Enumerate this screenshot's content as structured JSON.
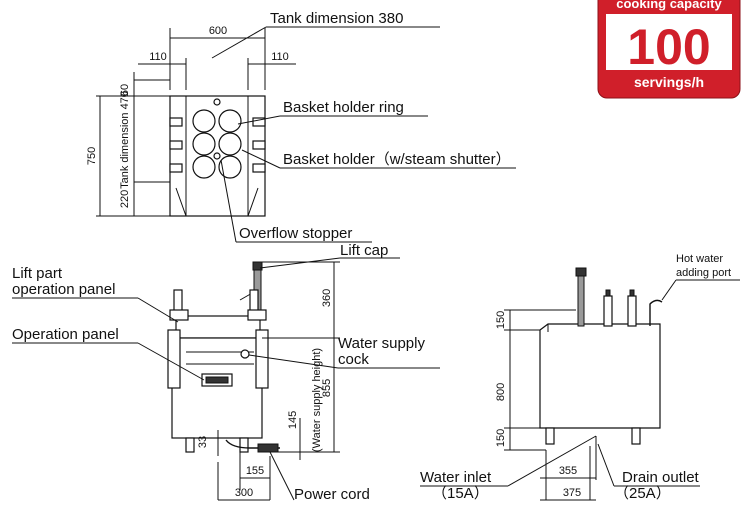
{
  "badge": {
    "top_text": "cooking capacity",
    "number": "100",
    "unit": "servings/h",
    "color": "#d01f2a"
  },
  "labels": {
    "tank_dimension": "Tank dimension 380",
    "basket_holder_ring": "Basket holder ring",
    "basket_holder": "Basket holder（w/steam shutter）",
    "overflow_stopper": "Overflow stopper",
    "lift_cap": "Lift cap",
    "lift_part_panel_line1": "Lift part",
    "lift_part_panel_line2": "operation panel",
    "operation_panel": "Operation panel",
    "water_supply_cock_line1": "Water supply",
    "water_supply_cock_line2": "cock",
    "power_cord": "Power cord",
    "hot_water_port_line1": "Hot water",
    "hot_water_port_line2": "adding port",
    "water_inlet_line1": "Water inlet",
    "water_inlet_line2": "（15A）",
    "drain_outlet_line1": "Drain outlet",
    "drain_outlet_line2": "（25A）"
  },
  "dimensions": {
    "top_width": "600",
    "top_left_margin": "110",
    "top_right_margin": "110",
    "top_60": "60",
    "top_750": "750",
    "top_220": "220",
    "tank_470": "Tank dimension 470",
    "front_360": "360",
    "front_855": "855",
    "water_supply_height": "(Water supply height)",
    "front_145": "145",
    "front_33": "33",
    "front_155": "155",
    "front_300": "300",
    "side_150_top": "150",
    "side_800": "800",
    "side_150_bottom": "150",
    "side_355": "355",
    "side_375": "375"
  }
}
